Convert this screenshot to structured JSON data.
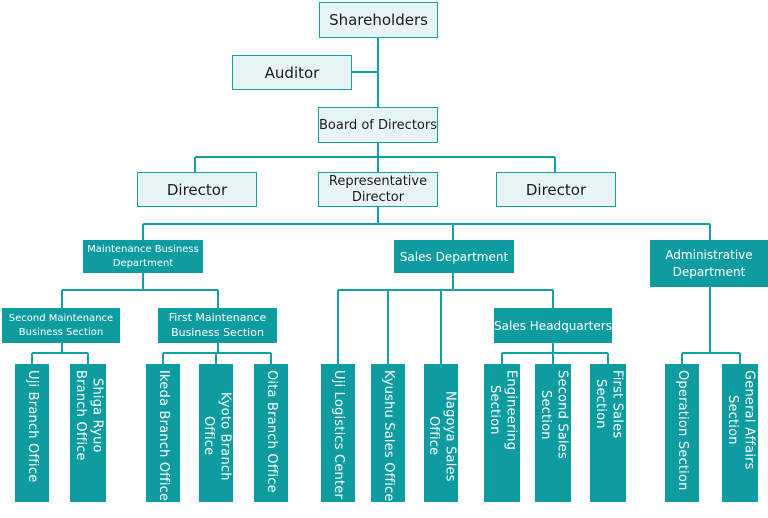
{
  "colors": {
    "accent": "#0e9ca0",
    "light_fill": "#e6f4f5",
    "line": "#12a0a4",
    "text_dark": "#1c1c1c",
    "text_light": "#ffffff"
  },
  "org": {
    "shareholders": "Shareholders",
    "auditor": "Auditor",
    "board": "Board of Directors",
    "director_left": "Director",
    "representative_director": "Representative\nDirector",
    "director_right": "Director",
    "maintenance_dept": "Maintenance Business\nDepartment",
    "sales_dept": "Sales Department",
    "admin_dept": "Administrative\nDepartment",
    "second_maintenance": "Second Maintenance\nBusiness Section",
    "first_maintenance": "First Maintenance\nBusiness Section",
    "sales_hq": "Sales Headquarters",
    "uji_branch": "Uji Branch Office",
    "shiga_ryuo": "Shiga Ryuo\nBranch Office",
    "ikeda_branch": "Ikeda Branch Office",
    "kyoto_branch": "Kyoto Branch Office",
    "oita_branch": "Oita Branch Office",
    "uji_logistics": "Uji Logistics Center",
    "kyushu_sales": "Kyushu Sales Office",
    "nagoya_sales": "Nagoya Sales Office",
    "engineering": "Engineering\nSection",
    "second_sales": "Second Sales\nSection",
    "first_sales": "First Sales\nSection",
    "operation": "Operation Section",
    "general_affairs": "General Affairs\nSection"
  }
}
